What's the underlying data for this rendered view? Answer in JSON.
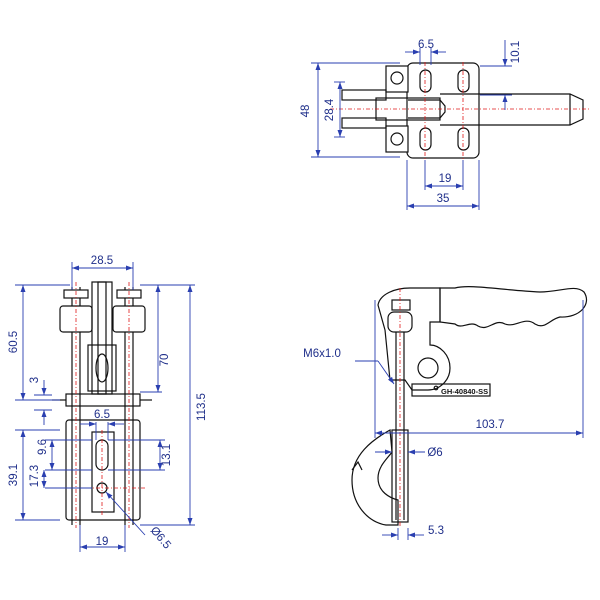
{
  "drawing": {
    "title": "Horizontal hold-down toggle clamp – technical dimension drawing",
    "colors": {
      "dimension": "#2a3fb0",
      "dimension_text": "#1f2f8a",
      "centerline": "#e01818",
      "outline": "#111111"
    },
    "model_label": "GH-40840-SS",
    "top_view": {
      "dim_slot_width": "6.5",
      "dim_top_offset": "10.1",
      "dim_height": "48",
      "dim_spindle_span": "28.4",
      "dim_hole_spacing": "19",
      "dim_base_width": "35"
    },
    "front_view": {
      "dim_width": "28.5",
      "dim_spindle_height": "60.5",
      "dim_small": "3",
      "dim_slot_width": "6.5",
      "dim_slot_length": "9.6",
      "dim_hole_offset": "17.3",
      "dim_base_height": "39.1",
      "dim_upper": "70",
      "dim_overall_height": "113.5",
      "dim_slot_spacing": "13.1",
      "dim_hole_spacing": "19",
      "dim_hole_diameter": "Ø6.5"
    },
    "side_view": {
      "thread_label": "M6x1.0",
      "dim_length": "103.7",
      "dim_pin_diameter": "Ø6",
      "dim_tip": "5.3"
    }
  }
}
